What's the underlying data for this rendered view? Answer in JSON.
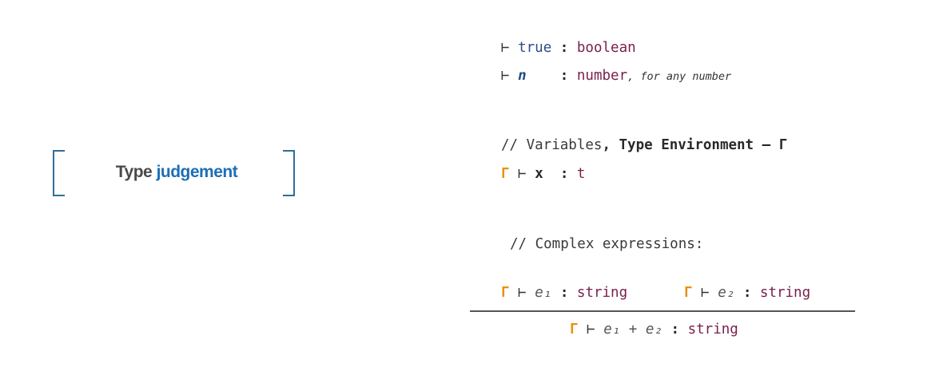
{
  "title": {
    "word1": "Type",
    "word2": "judgement"
  },
  "rules": {
    "turnstile": "⊢",
    "colon": ":",
    "gamma": "Γ",
    "bool_rule": {
      "expr": "true",
      "type": "boolean"
    },
    "num_rule": {
      "expr": "n",
      "type": "number",
      "note": ", for any number"
    },
    "var_comment": {
      "prefix": "// Variables",
      "emphasis": ", Type Environment — Γ"
    },
    "var_rule": {
      "expr": "x",
      "type": "t"
    },
    "complex_comment": "// Complex expressions:",
    "premise1": {
      "expr": "e₁",
      "type": "string"
    },
    "premise2": {
      "expr": "e₂",
      "type": "string"
    },
    "conclusion": {
      "expr": "e₁ + e₂",
      "type": "string"
    }
  }
}
